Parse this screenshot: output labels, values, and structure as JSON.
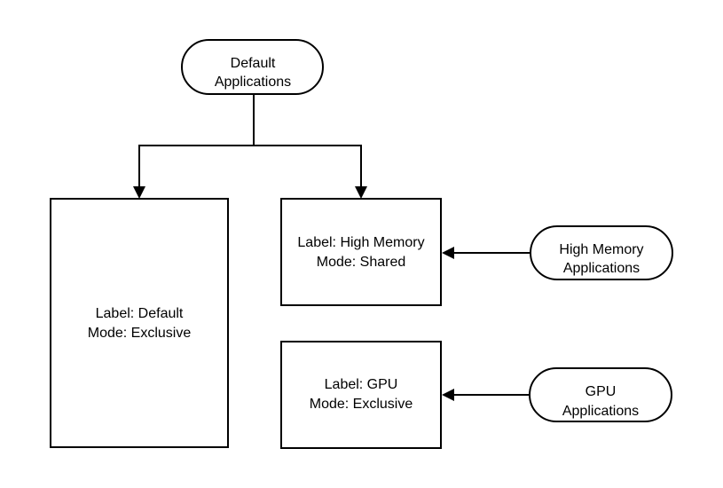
{
  "nodes": {
    "default_apps": {
      "line1": "Default",
      "line2": "Applications"
    },
    "default_label": {
      "line1": "Label: Default",
      "line2": "Mode: Exclusive"
    },
    "highmem_label": {
      "line1": "Label: High Memory",
      "line2": "Mode: Shared"
    },
    "highmem_apps": {
      "line1": "High Memory",
      "line2": "Applications"
    },
    "gpu_label": {
      "line1": "Label: GPU",
      "line2": "Mode: Exclusive"
    },
    "gpu_apps": {
      "line1": "GPU",
      "line2": "Applications"
    }
  },
  "edges": [
    {
      "from": "default_apps",
      "to": "default_label"
    },
    {
      "from": "default_apps",
      "to": "highmem_label"
    },
    {
      "from": "highmem_apps",
      "to": "highmem_label"
    },
    {
      "from": "gpu_apps",
      "to": "gpu_label"
    }
  ],
  "colors": {
    "stroke": "#000000",
    "fill": "#ffffff",
    "text": "#000000"
  }
}
